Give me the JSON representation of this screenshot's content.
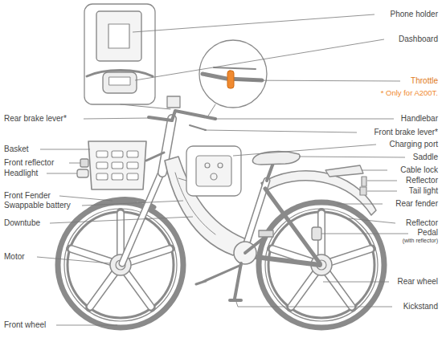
{
  "diagram": {
    "labels": [
      "Phone holder",
      "Dashboard",
      "Throttle",
      "* Only for A200T.",
      "Rear brake lever*",
      "Handlebar",
      "Front brake lever*",
      "Charging port",
      "Basket",
      "Saddle",
      "Front reflector",
      "Cable lock",
      "Headlight",
      "Reflector",
      "Tail light",
      "Front Fender",
      "Swappable battery",
      "Rear fender",
      "Downtube",
      "Reflector",
      "Pedal",
      "(with reflector)",
      "Motor",
      "Rear wheel",
      "Kickstand",
      "Front wheel"
    ]
  }
}
